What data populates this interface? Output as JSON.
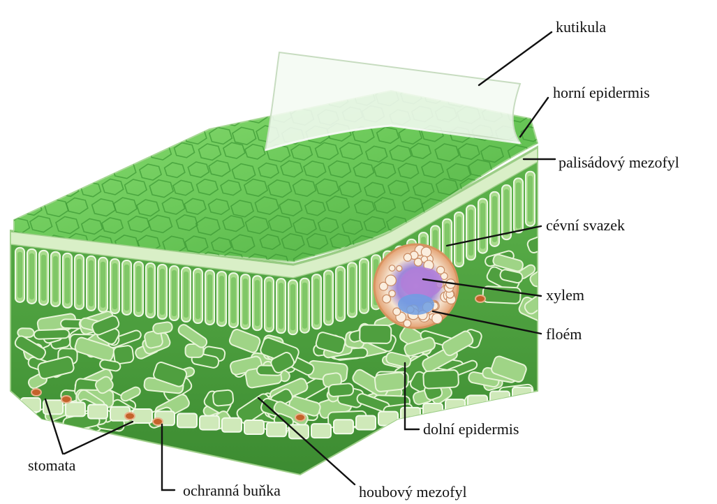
{
  "labels": {
    "cuticle": "kutikula",
    "upper_epidermis": "horní epidermis",
    "palisade": "palisádový mezofyl",
    "bundle": "cévní svazek",
    "xylem": "xylem",
    "phloem": "floém",
    "lower_epidermis": "dolní epidermis",
    "stomata": "stomata",
    "guard_cell": "ochranná buňka",
    "spongy": "houbový mezofyl"
  },
  "colors": {
    "leaf_top": "#7fd06a",
    "leaf_mid": "#5cb84c",
    "cell_wall": "#e8f4d8",
    "mesophyll_dark": "#3f8f33",
    "cuticle": "#f4faf2",
    "bundle_ring": "#e9b58a",
    "xylem": "#b37ad6",
    "phloem": "#6f9be0",
    "stoma_core": "#c4622a"
  }
}
